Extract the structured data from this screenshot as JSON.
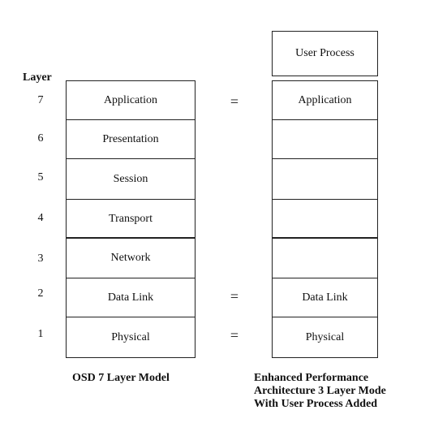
{
  "layer_axis": {
    "title": "Layer",
    "numbers": [
      "7",
      "6",
      "5",
      "4",
      "3",
      "2",
      "1"
    ]
  },
  "osi_model": {
    "layers": [
      "Application",
      "Presentation",
      "Session",
      "Transport",
      "Network",
      "Data Link",
      "Physical"
    ],
    "caption": "OSD 7 Layer Model"
  },
  "epa_model": {
    "user_process": "User Process",
    "layers": [
      "Application",
      "",
      "",
      "",
      "",
      "Data Link",
      "Physical"
    ],
    "caption_lines": [
      "Enhanced Performance",
      "Architecture  3 Layer Mode",
      "With User Process Added"
    ]
  },
  "equals": {
    "symbol": "=",
    "rows": [
      0,
      5,
      6
    ]
  }
}
